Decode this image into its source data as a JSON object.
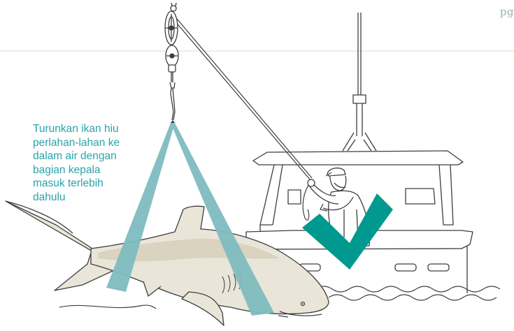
{
  "page_label": "pg",
  "caption": {
    "lines": [
      "Turunkan ikan hiu",
      "perlahan-lahan ke",
      "dalam air dengan",
      "bagian kepala",
      "masuk terlebih",
      "dahulu"
    ]
  },
  "colors": {
    "sling": "#7fbcc0",
    "checkmark": "#00998f",
    "shark_fill": "#e9e5d9",
    "shark_back": "#d9d3c0",
    "outline": "#3e3e3e",
    "text": "#2aa3a8",
    "header_rule": "#ece8dc"
  },
  "icons": [
    "pulley-block-icon",
    "checkmark-icon"
  ]
}
